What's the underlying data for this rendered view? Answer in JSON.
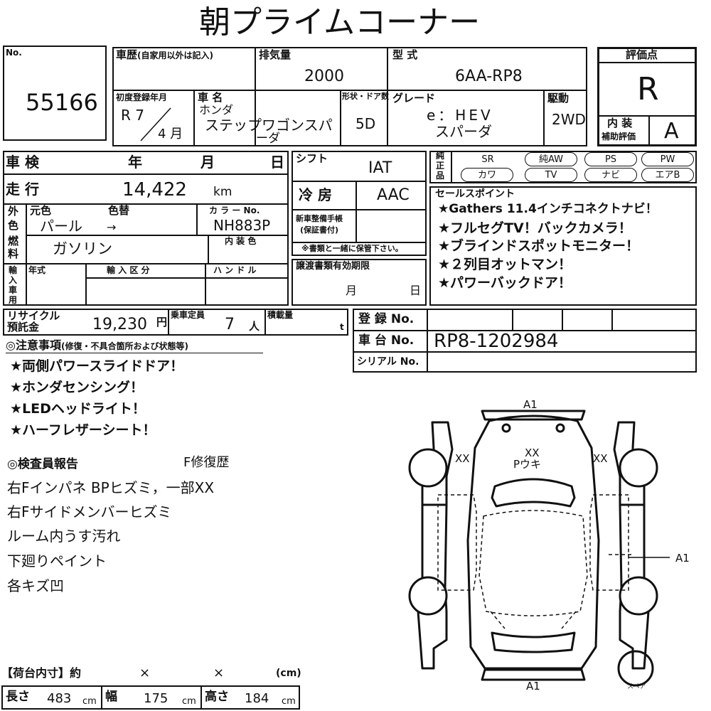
{
  "title": "朝プライムコーナー",
  "sheet": {
    "no_label": "No.",
    "no_value": "55166",
    "history_label": "車歴",
    "history_note": "(自家用以外は記入)",
    "displacement_label": "排気量",
    "displacement_value": "2000",
    "model_label": "型 式",
    "model_value": "6AA-RP8",
    "rating_label": "評価点",
    "rating_value": "R",
    "interior_label": "内 装",
    "interior_label2": "補助評価",
    "interior_value": "A",
    "first_reg_label": "初度登録年月",
    "first_reg_era": "R 7",
    "first_reg_month": "4 月",
    "name_label": "車 名",
    "name_maker": "ホンダ",
    "name_value1": "ステップワゴンスパ",
    "name_value2": "ーダ",
    "doors_label": "形状・ドア数",
    "doors_value": "5D",
    "grade_label": "グレード",
    "grade_value1": "e：HEV",
    "grade_value2": "スパーダ",
    "drive_label": "駆動",
    "drive_value": "2WD",
    "inspection_label": "車 検",
    "inspection_year": "年",
    "inspection_month": "月",
    "inspection_day": "日",
    "mileage_label": "走 行",
    "mileage_value": "14,422",
    "mileage_unit": "km",
    "shift_label": "シフト",
    "shift_value": "IAT",
    "ac_label": "冷 房",
    "ac_value": "AAC",
    "color_side1": "外",
    "color_side2": "色",
    "orig_color_label": "元色",
    "repaint_label": "色替",
    "orig_color_value": "パール",
    "repaint_arrow": "→",
    "color_no_label": "カ ラ ー No.",
    "color_no_value": "NH883P",
    "fuel_label1": "燃",
    "fuel_label2": "料",
    "fuel_value": "ガソリン",
    "int_color_label": "内 装 色",
    "maint_label1": "新車整備手帳",
    "maint_label2": "(保証書付)",
    "maint_note": "※書類と一緒に保管下さい。",
    "import_side": [
      "輸",
      "入",
      "車",
      "用"
    ],
    "import_year_label": "年式",
    "import_class_label": "輸 入 区 分",
    "handle_label": "ハ ン ド ル",
    "transfer_label": "譲渡書類有効期限",
    "transfer_month": "月",
    "transfer_day": "日",
    "recycle_label1": "リサイクル",
    "recycle_label2": "預託金",
    "recycle_value": "19,230",
    "recycle_unit": "円",
    "capacity_label": "乗車定員",
    "capacity_value": "7",
    "capacity_unit": "人",
    "load_label": "積載量",
    "load_unit": "t",
    "reg_no_label": "登 録 No.",
    "chassis_label": "車 台 No.",
    "chassis_value": "RP8-1202984",
    "serial_label": "シリアル No."
  },
  "equipment": {
    "label": [
      "純",
      "正",
      "品"
    ],
    "items": [
      "SR",
      "純AW",
      "PS",
      "PW",
      "カワ",
      "TV",
      "ナビ",
      "エアB"
    ]
  },
  "sales_points": {
    "label": "セールスポイント",
    "items": [
      "★Gathers 11.4インチコネクトナビ！",
      "★フルセグTV！バックカメラ！",
      "★ブラインドスポットモニター！",
      "★２列目オットマン！",
      "★パワーバックドア！"
    ]
  },
  "notes": {
    "label": "◎注意事項",
    "sub": "(修復・不具合箇所および状態等)",
    "items": [
      "★両側パワースライドドア！",
      "★ホンダセンシング！",
      "★LEDヘッドライト！",
      "★ハーフレザーシート！"
    ]
  },
  "inspector": {
    "label": "◎検査員報告",
    "repair_history": "F修復歴",
    "items": [
      "右Fインパネ BPヒズミ，一部XX",
      "右Fサイドメンバーヒズミ",
      "ルーム内うす汚れ",
      "下廻りペイント",
      "各キズ凹"
    ]
  },
  "diagram": {
    "top": "A1",
    "bottom": "A1",
    "right": "A1",
    "left_door": "XX",
    "right_door": "XX",
    "hood1": "XX",
    "hood2": "Pウキ",
    "spare": "スペア"
  },
  "cargo": {
    "label": "【荷台内寸】約",
    "x1": "×",
    "x2": "×",
    "unit": "(cm)",
    "length_label": "長さ",
    "length_value": "483",
    "width_label": "幅",
    "width_value": "175",
    "height_label": "高さ",
    "height_value": "184",
    "cm": "cm"
  }
}
